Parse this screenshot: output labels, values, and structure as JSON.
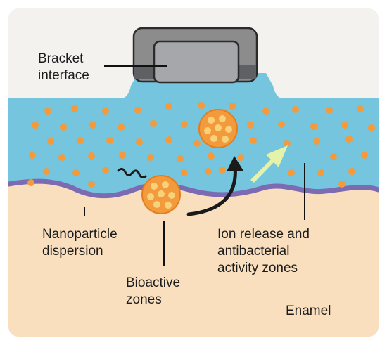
{
  "labels": {
    "bracket_interface": "Bracket\ninterface",
    "nanoparticle_dispersion": "Nanoparticle\ndispersion",
    "ion_release": "Ion release and\nantibacterial\nactivity zones",
    "bioactive_zones": "Bioactive\nzones",
    "enamel": "Enamel"
  },
  "colors": {
    "background": "#ffffff",
    "panel": "#f4f2ef",
    "enamel": "#f9dfbe",
    "adhesive_layer": "#74c5dd",
    "interface_line": "#7c6bb3",
    "bracket_body": "#8c8c8c",
    "bracket_window": "#a5a7ab",
    "bracket_stripe": "#5f6063",
    "nanoparticle": "#f39a3d",
    "nanoparticle_core": "#f8d27a",
    "release_arrow": "#e4f3a9",
    "curved_arrow": "#1a1a1a",
    "leader_line": "#111111"
  },
  "icons": {
    "bacteria": "squiggle-bacteria-icon",
    "curved_arrow": "curved-arrow-icon",
    "release_arrow": "release-arrow-icon"
  }
}
